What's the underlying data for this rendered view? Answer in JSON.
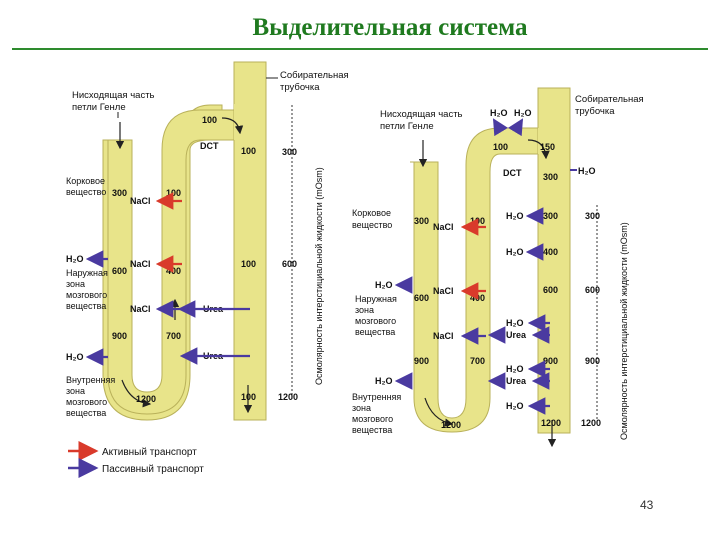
{
  "slide": {
    "title": "Выделительная система",
    "page_number": "43"
  },
  "colors": {
    "tubule_fill": "#e8e48a",
    "tubule_stroke": "#b9b15a",
    "active": "#d93a2b",
    "passive": "#4a3aa0",
    "title": "#1f7a1f"
  },
  "left": {
    "label_descending": [
      "Нисходящая часть",
      "петли Генле"
    ],
    "label_collecting": [
      "Собирательная",
      "трубочка"
    ],
    "label_cortex": [
      "Корковое",
      "вещество"
    ],
    "label_outer": [
      "Наружная",
      "зона",
      "мозгового",
      "вещества"
    ],
    "label_inner": [
      "Внутренняя",
      "зона",
      "мозгового",
      "вещества"
    ],
    "osm_descending": [
      "300",
      "600",
      "900",
      "1200"
    ],
    "osm_ascending": [
      "100",
      "400",
      "700"
    ],
    "osm_top": "100",
    "osm_collecting": [
      "100",
      "100",
      "100"
    ],
    "dct": "DCT",
    "nacl": "NaCl",
    "urea": "Urea",
    "h2o": "H₂O",
    "axis_ticks": [
      "300",
      "600",
      "1200"
    ],
    "axis_label": "Осмолярность интерстициальной жидкости (mOsm)"
  },
  "right": {
    "label_descending": [
      "Нисходящая часть",
      "петли Генле"
    ],
    "label_collecting": [
      "Собирательная",
      "трубочка"
    ],
    "label_cortex": [
      "Корковое",
      "вещество"
    ],
    "label_outer": [
      "Наружная",
      "зона",
      "мозгового",
      "вещества"
    ],
    "label_inner": [
      "Внутренняя",
      "зона",
      "мозгового",
      "вещества"
    ],
    "osm_descending": [
      "300",
      "600",
      "900",
      "1200"
    ],
    "osm_ascending": [
      "100",
      "400",
      "700"
    ],
    "osm_top": "100",
    "osm_cortex": "150",
    "osm_collecting": [
      "300",
      "300",
      "400",
      "600",
      "900",
      "1200"
    ],
    "dct": "DCT",
    "nacl": "NaCl",
    "urea": "Urea",
    "h2o": "H₂O",
    "axis_ticks": [
      "300",
      "600",
      "900",
      "1200"
    ],
    "axis_label": "Осмолярность интерстициальной жидкости (mOsm)"
  },
  "legend": {
    "active": "Активный транспорт",
    "passive": "Пассивный транспорт"
  }
}
